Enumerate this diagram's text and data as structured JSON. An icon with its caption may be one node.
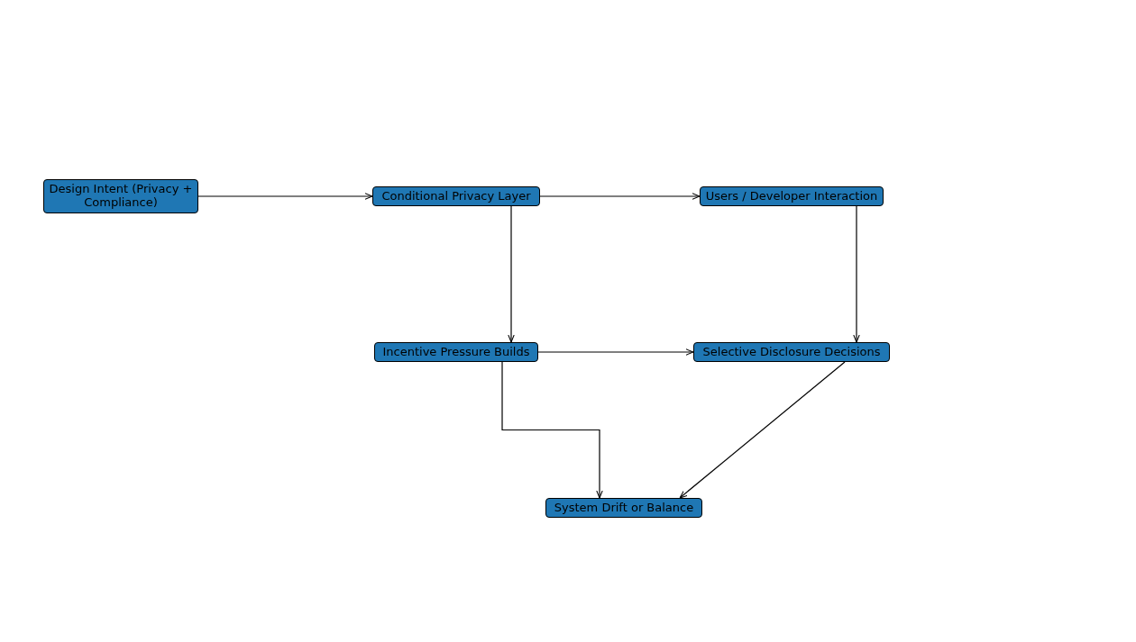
{
  "diagram": {
    "nodes": [
      {
        "text": [
          "Design Intent (Privacy + Compliance)"
        ]
      },
      {
        "text": [
          "Conditional Privacy Layer"
        ]
      },
      {
        "text": [
          "Users / Developer Interaction"
        ]
      },
      {
        "text": [
          "Incentive Pressure Builds"
        ]
      },
      {
        "text": [
          "Selective Disclosure Decisions"
        ]
      },
      {
        "text": [
          "System Drift or Balance"
        ]
      }
    ],
    "edges": [
      {
        "from": 0,
        "to": 1,
        "arrow": "to"
      },
      {
        "from": 1,
        "to": 2,
        "arrow": "to"
      },
      {
        "from": 1,
        "to": 3,
        "arrow": "to"
      },
      {
        "from": 2,
        "to": 4,
        "arrow": "to"
      },
      {
        "from": 3,
        "to": 4,
        "arrow": "to"
      },
      {
        "from": 3,
        "to": 5,
        "arrow": "to"
      },
      {
        "from": 4,
        "to": 5,
        "arrow": "to"
      }
    ]
  }
}
